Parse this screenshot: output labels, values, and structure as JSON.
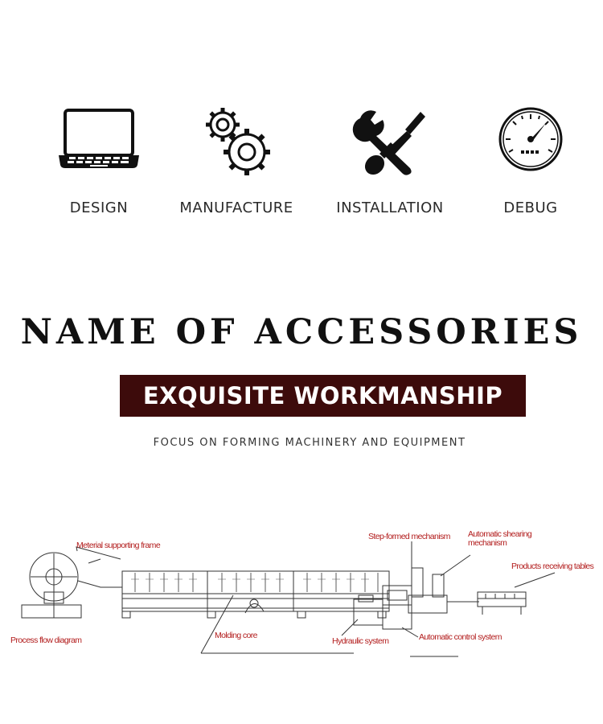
{
  "services": [
    {
      "label": "DESIGN",
      "icon": "laptop-icon"
    },
    {
      "label": "MANUFACTURE",
      "icon": "gears-icon"
    },
    {
      "label": "INSTALLATION",
      "icon": "wrench-screwdriver-icon"
    },
    {
      "label": "DEBUG",
      "icon": "gauge-icon"
    }
  ],
  "headline": "NAME OF ACCESSORIES",
  "banner": "EXQUISITE WORKMANSHIP",
  "tagline": "FOCUS ON FORMING MACHINERY AND EQUIPMENT",
  "diagram": {
    "labels": {
      "material_frame": "Meterial supporting frame",
      "process_flow": "Process flow diagram",
      "molding_core": "Molding core",
      "hydraulic": "Hydraulic system",
      "step_formed": "Step-formed mechanism",
      "shearing": "Automatic shearing mechanism",
      "receiving": "Products receiving tables",
      "control": "Automatic control system"
    },
    "label_color": "#b21c1c"
  },
  "colors": {
    "banner_bg": "#3d0b0b",
    "text": "#222222"
  }
}
